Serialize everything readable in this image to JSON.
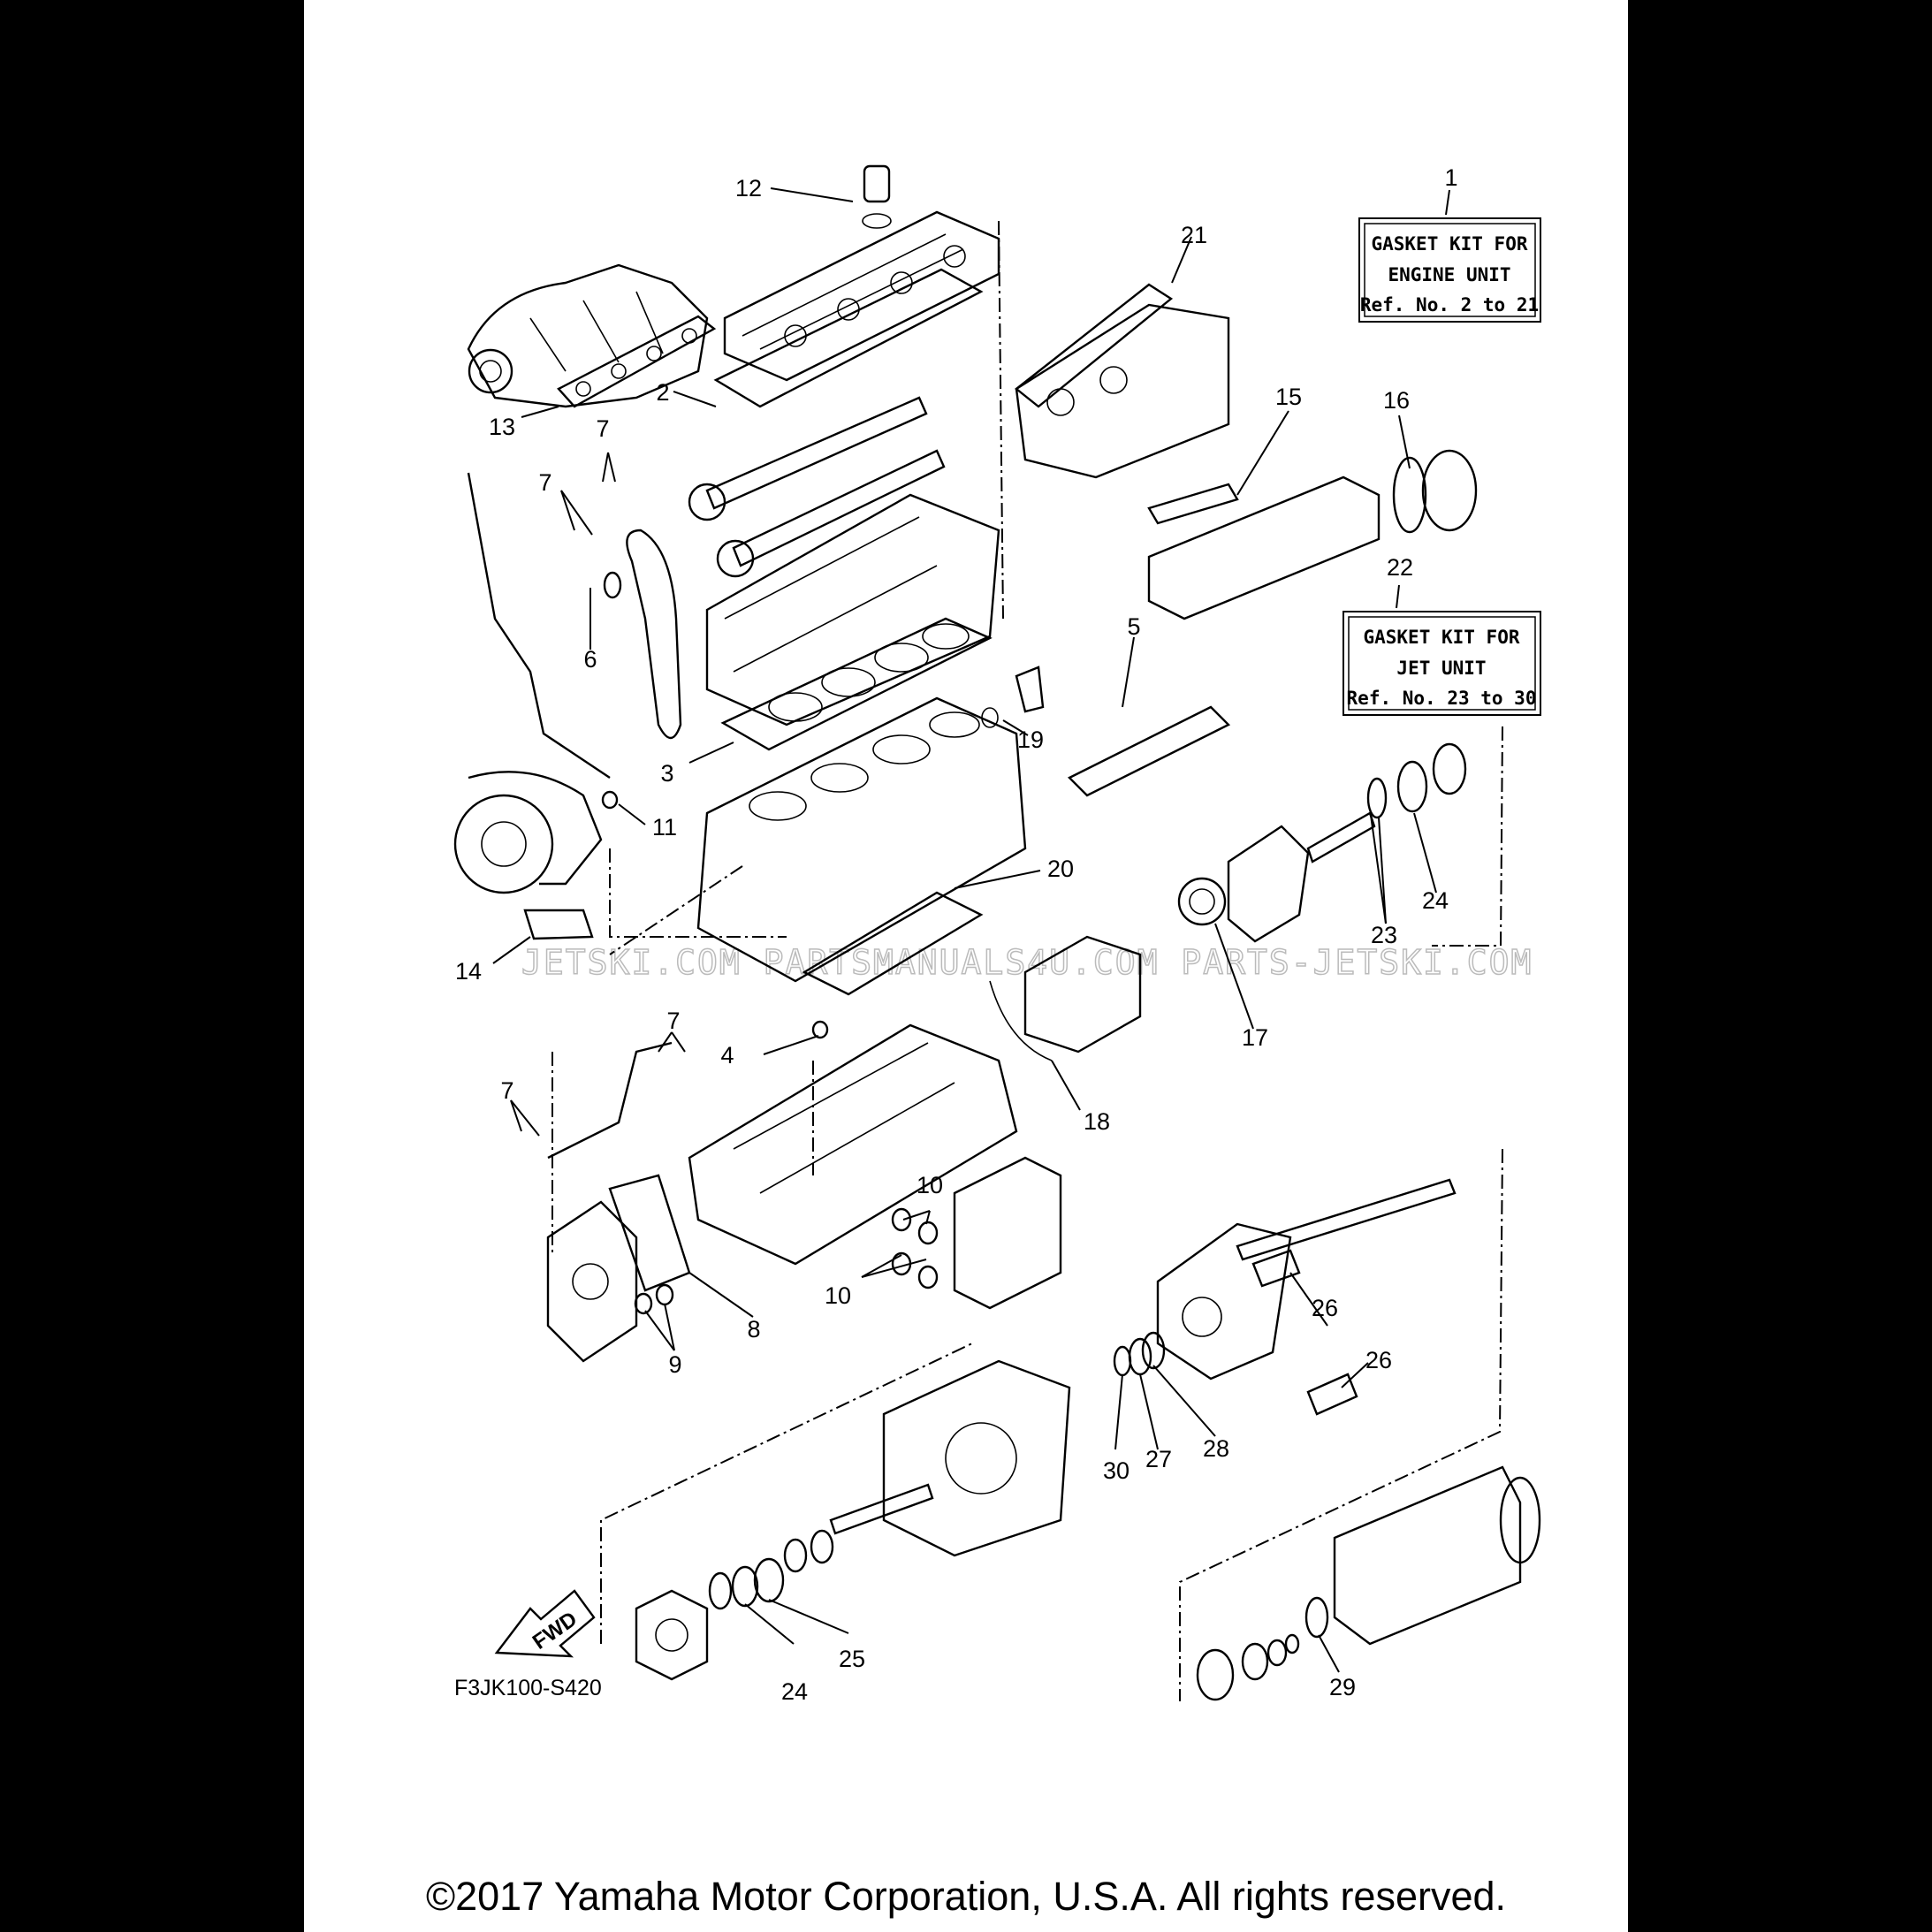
{
  "diagram": {
    "callouts": [
      "1",
      "2",
      "3",
      "4",
      "5",
      "6",
      "7",
      "7",
      "7",
      "7",
      "8",
      "9",
      "10",
      "10",
      "11",
      "12",
      "13",
      "14",
      "15",
      "16",
      "17",
      "18",
      "19",
      "20",
      "21",
      "22",
      "23",
      "24",
      "24",
      "25",
      "26",
      "26",
      "27",
      "28",
      "29",
      "30"
    ],
    "kit_engine": {
      "number": "1",
      "line1": "GASKET KIT FOR",
      "line2": "ENGINE UNIT",
      "line3": "Ref. No. 2 to 21"
    },
    "kit_jet": {
      "number": "22",
      "line1": "GASKET KIT FOR",
      "line2": "JET UNIT",
      "line3": "Ref. No. 23 to 30"
    },
    "fwd_label": "FWD",
    "figure_code": "F3JK100-S420",
    "watermark": "JETSKI.COM   PARTSMANUALS4U.COM   PARTS-JETSKI.COM",
    "copyright": "©2017 Yamaha Motor Corporation, U.S.A. All rights reserved."
  }
}
